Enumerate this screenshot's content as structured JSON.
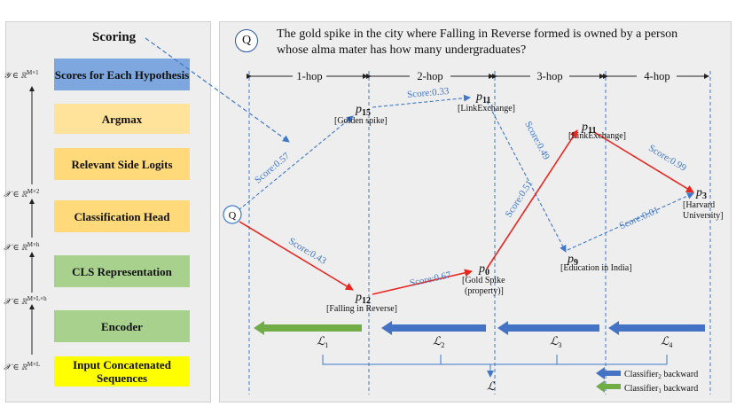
{
  "left": {
    "title": "Scoring",
    "boxes": [
      {
        "label": "Scores for Each Hypothesis",
        "color": "#7da7de"
      },
      {
        "label": "Argmax",
        "color": "#ffe39a"
      },
      {
        "label": "Relevant Side Logits",
        "color": "#ffd97a"
      },
      {
        "label": "Classification Head",
        "color": "#ffd97a"
      },
      {
        "label": "CLS Representation",
        "color": "#a9d18e"
      },
      {
        "label": "Encoder",
        "color": "#a9d18e"
      },
      {
        "label": "Input Concatenated Sequences",
        "color": "#ffff00"
      }
    ],
    "dims": [
      {
        "sym": "𝒴 ∈ ℝ",
        "sup": "M×1"
      },
      {
        "sym": "𝒳 ∈ ℝ",
        "sup": "M×2"
      },
      {
        "sym": "𝒳 ∈ ℝ",
        "sup": "M×h"
      },
      {
        "sym": "𝒳 ∈ ℝ",
        "sup": "M×L×h"
      },
      {
        "sym": "𝒳 ∈ ℝ",
        "sup": "M×L"
      }
    ]
  },
  "right": {
    "q_label": "Q",
    "question": "The gold spike in the city where Falling in Reverse formed is owned by a person whose alma mater has how many undergraduates?",
    "hops": [
      "1-hop",
      "2-hop",
      "3-hop",
      "4-hop"
    ],
    "nodes": {
      "q": "Q",
      "p15": {
        "base": "p",
        "sub": "15",
        "caption": "[Golden spike]"
      },
      "p11a": {
        "base": "p",
        "sub": "11",
        "caption": "[LinkExchange]"
      },
      "p11b": {
        "base": "p",
        "sub": "11",
        "caption": "[LinkExchange]"
      },
      "p3": {
        "base": "p",
        "sub": "3",
        "caption1": "[Harvard",
        "caption2": "University]"
      },
      "p12": {
        "base": "p",
        "sub": "12",
        "caption": "[Falling in Reverse]"
      },
      "p0": {
        "base": "p",
        "sub": "0",
        "caption1": "[Gold Spike",
        "caption2": "(property)]"
      },
      "p9": {
        "base": "p",
        "sub": "9",
        "caption": "[Education in India]"
      }
    },
    "scores": {
      "q_p15": "Score:0.57",
      "p15_p11": "Score:0.33",
      "p11_p9": "Score:0.49",
      "p9_p3": "Score:0.01",
      "q_p12": "Score:0.43",
      "p12_p0": "Score:0.67",
      "p0_p11": "Score:0.51",
      "p11_p3": "Score:0.99"
    },
    "losses": [
      {
        "base": "ℒ",
        "sub": "1"
      },
      {
        "base": "ℒ",
        "sub": "2"
      },
      {
        "base": "ℒ",
        "sub": "3"
      },
      {
        "base": "ℒ",
        "sub": "4"
      }
    ],
    "total_loss": "ℒ",
    "legend": [
      {
        "prefix": "Classifier",
        "sub": "2",
        "suffix": " backward",
        "color": "#4472c4"
      },
      {
        "prefix": "Classifier",
        "sub": "1",
        "suffix": " backward",
        "color": "#70ad47"
      }
    ],
    "colors": {
      "red": "#e8261f",
      "blue": "#3f78c8"
    }
  }
}
